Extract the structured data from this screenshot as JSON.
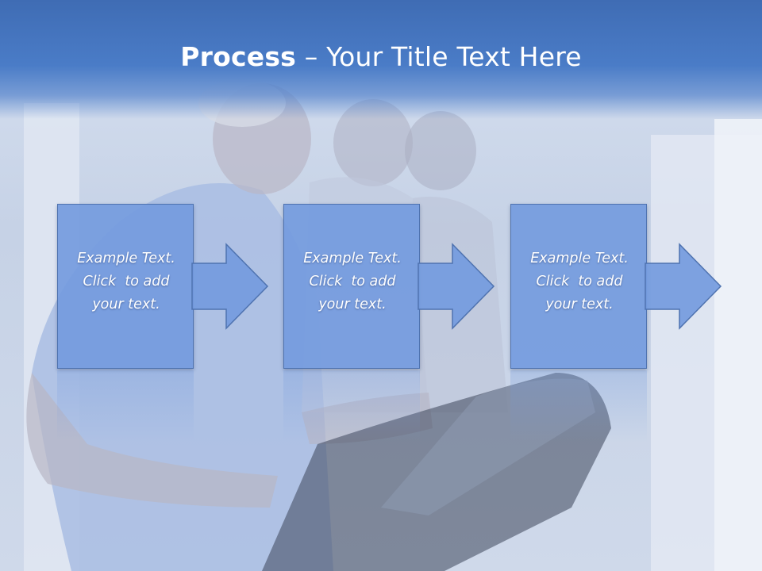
{
  "slide": {
    "title_bold": "Process",
    "title_rest": " – Your Title Text Here"
  },
  "steps": [
    {
      "line1": "Example Text.",
      "line2": "Click  to add",
      "line3": "your text."
    },
    {
      "line1": "Example Text.",
      "line2": "Click  to add",
      "line3": "your text."
    },
    {
      "line1": "Example Text.",
      "line2": "Click  to add",
      "line3": "your text."
    }
  ],
  "colors": {
    "header": "#4a7cc7",
    "box_fill": "#749bde",
    "box_border": "#4f73b0",
    "text": "#ffffff"
  },
  "background_image": "photo of people exercising on treadmills (blue tinted)"
}
